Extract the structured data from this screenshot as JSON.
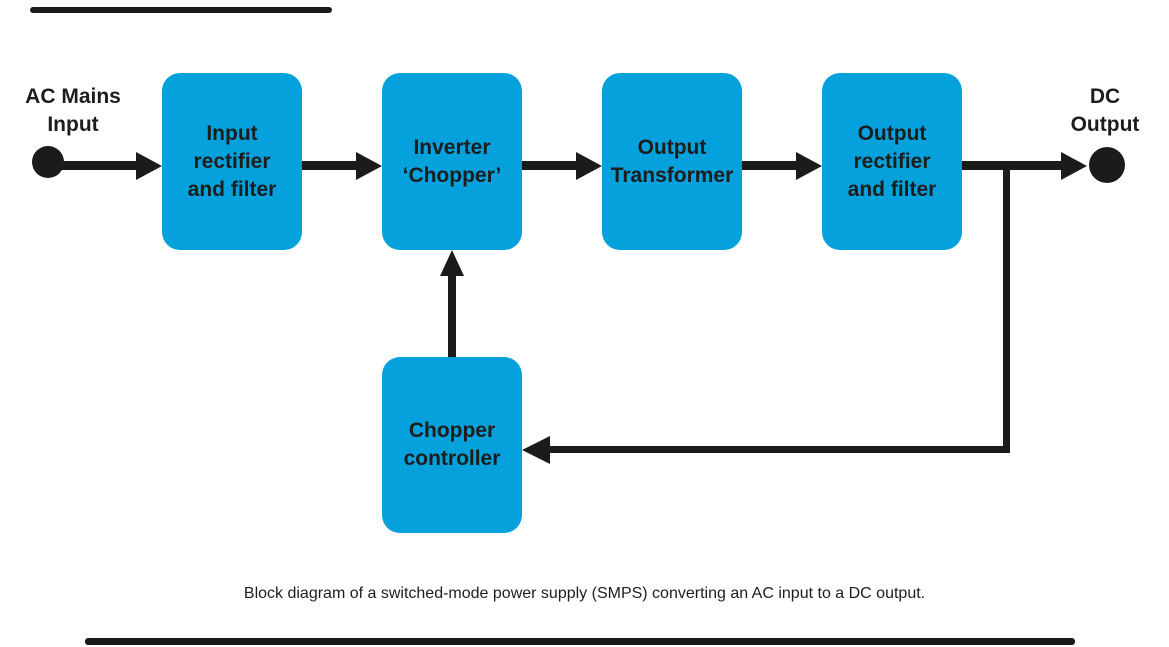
{
  "diagram": {
    "caption": "Block diagram of a switched-mode power supply (SMPS) converting an AC input to a DC output.",
    "input_terminal": {
      "label": "AC Mains\nInput"
    },
    "output_terminal": {
      "label": "DC\nOutput"
    },
    "blocks": [
      {
        "id": "input-rectifier-and-filter",
        "label": "Input\nrectifier\nand filter"
      },
      {
        "id": "inverter-chopper",
        "label": "Inverter\n‘Chopper’"
      },
      {
        "id": "output-transformer",
        "label": "Output\nTransformer"
      },
      {
        "id": "output-rectifier-and-filter",
        "label": "Output\nrectifier\nand filter"
      },
      {
        "id": "chopper-controller",
        "label": "Chopper\ncontroller"
      }
    ],
    "colors": {
      "block_fill": "#05A1DC",
      "line": "#1B1B19",
      "text": "#1D1D1B"
    }
  }
}
